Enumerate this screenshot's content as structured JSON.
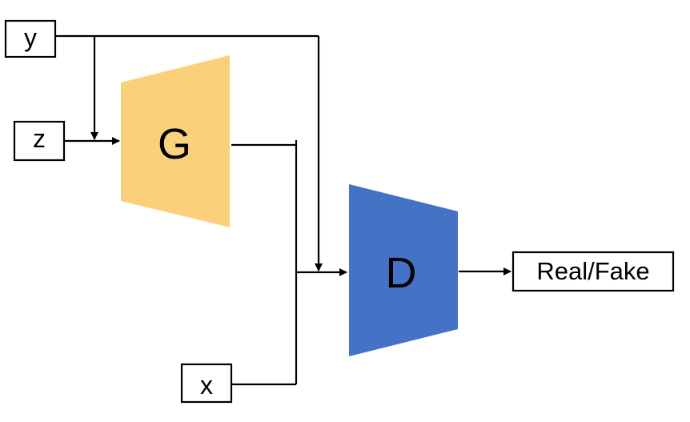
{
  "inputs": {
    "y": "y",
    "z": "z",
    "x": "x"
  },
  "blocks": {
    "generator": {
      "label": "G",
      "color": "#FAD17A"
    },
    "discriminator": {
      "label": "D",
      "color": "#4472C4"
    }
  },
  "output": {
    "label": "Real/Fake"
  }
}
